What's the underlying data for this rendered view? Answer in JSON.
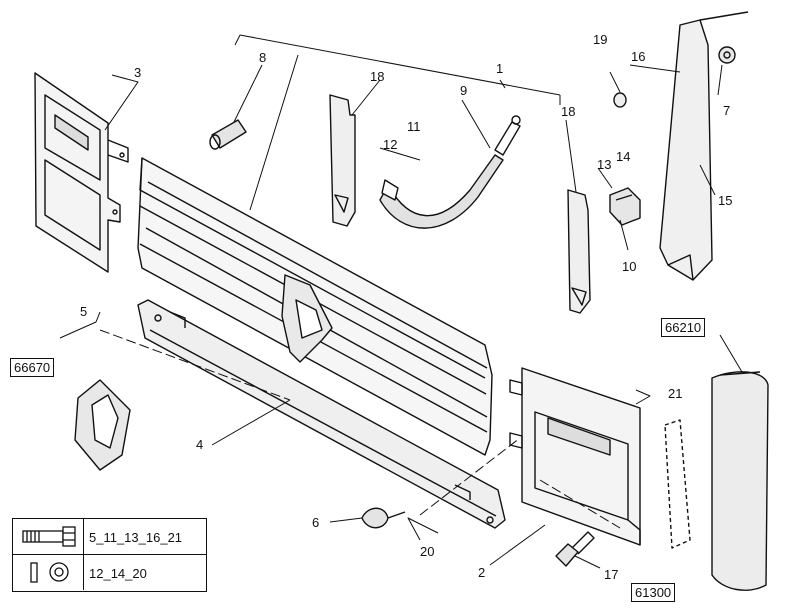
{
  "diagram": {
    "callouts": [
      "1",
      "2",
      "3",
      "4",
      "5",
      "6",
      "7",
      "8",
      "9",
      "10",
      "11",
      "12",
      "13",
      "14",
      "15",
      "16",
      "17",
      "18",
      "18",
      "19",
      "20",
      "21"
    ],
    "references": {
      "ref_66670": "66670",
      "ref_66210": "66210",
      "ref_61300": "61300"
    },
    "legend": {
      "bolt_parts": "5_11_13_16_21",
      "washer_parts": "12_14_20"
    }
  }
}
